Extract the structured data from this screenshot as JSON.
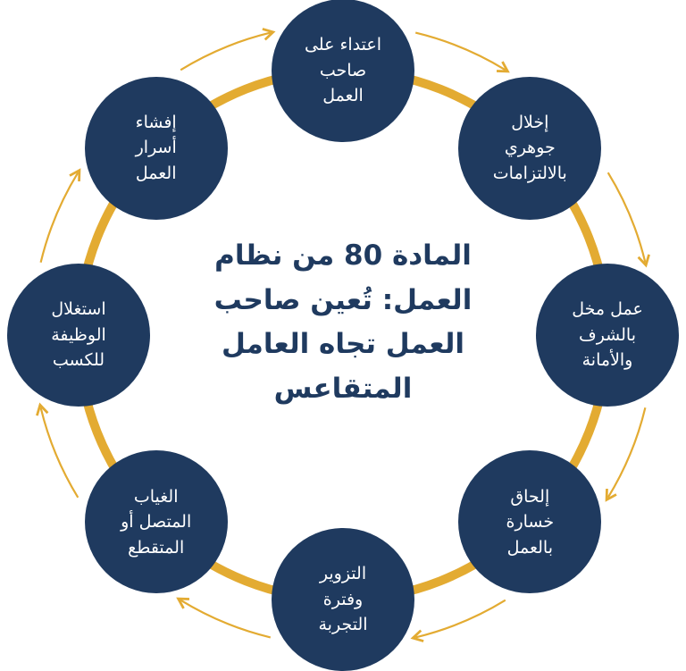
{
  "colors": {
    "navy": "#1f3a5f",
    "gold": "#e3ab32",
    "text_on_navy": "#ffffff"
  },
  "title": "المادة 80 من نظام\nالعمل: تُعين صاحب\nالعمل تجاه العامل\nالمتقاعس",
  "nodes": [
    {
      "label": "اعتداء على\nصاحب\nالعمل"
    },
    {
      "label": "إخلال\nجوهري\nبالالتزامات"
    },
    {
      "label": "عمل مخل\nبالشرف\nوالأمانة"
    },
    {
      "label": "إلحاق\nخسارة\nبالعمل"
    },
    {
      "label": "التزوير\nوفترة\nالتجربة"
    },
    {
      "label": "الغياب\nالمتصل أو\nالمتقطع"
    },
    {
      "label": "استغلال\nالوظيفة\nللكسب"
    },
    {
      "label": "إفشاء\nأسرار\nالعمل"
    }
  ]
}
